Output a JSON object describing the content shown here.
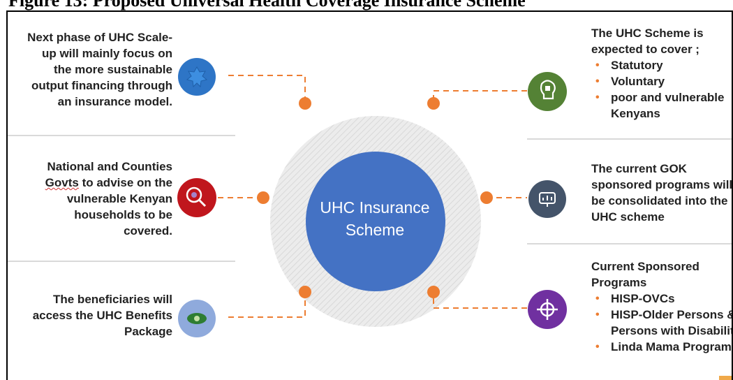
{
  "figure": {
    "title": "Figure 13: Proposed Universal Health Coverage Insurance Scheme"
  },
  "center": {
    "line1": "UHC Insurance",
    "line2": "Scheme"
  },
  "left_blocks": [
    {
      "lines": [
        "Next phase of UHC Scale-",
        "up will mainly focus on",
        "the more sustainable",
        "output financing through",
        "an insurance model."
      ],
      "icon": "settings-gear-icon",
      "color": "#2e75c6"
    },
    {
      "lines_pre": "National and Counties",
      "underlined_word": "Govts",
      "lines_post": [
        " to advise on the",
        "vulnerable Kenyan",
        "households to be",
        "covered."
      ],
      "icon": "search-gear-icon",
      "color": "#c0161d"
    },
    {
      "lines": [
        "The  beneficiaries will",
        "access the UHC Benefits",
        "Package"
      ],
      "icon": "eye-icon",
      "color": "#8faadc"
    }
  ],
  "right_blocks": [
    {
      "lines": [
        "The UHC Scheme is",
        "expected to cover ;"
      ],
      "bullets": [
        "Statutory",
        "Voluntary",
        "poor and vulnerable Kenyans"
      ],
      "icon": "head-profile-icon",
      "color": "#548235"
    },
    {
      "lines": [
        "The current GOK",
        "sponsored programs will",
        "be consolidated into the",
        "UHC scheme"
      ],
      "icon": "presentation-chart-icon",
      "color": "#44546a"
    },
    {
      "lines": [
        "Current Sponsored",
        "Programs"
      ],
      "bullets": [
        "HISP-OVCs",
        "HISP-Older Persons & Persons with Disability",
        "Linda Mama Program"
      ],
      "icon": "crosshair-target-icon",
      "color": "#7030a0"
    }
  ],
  "colors": {
    "center_circle": "#4472c4",
    "connector": "#ed7d31",
    "ring": "#e6e6e6"
  }
}
